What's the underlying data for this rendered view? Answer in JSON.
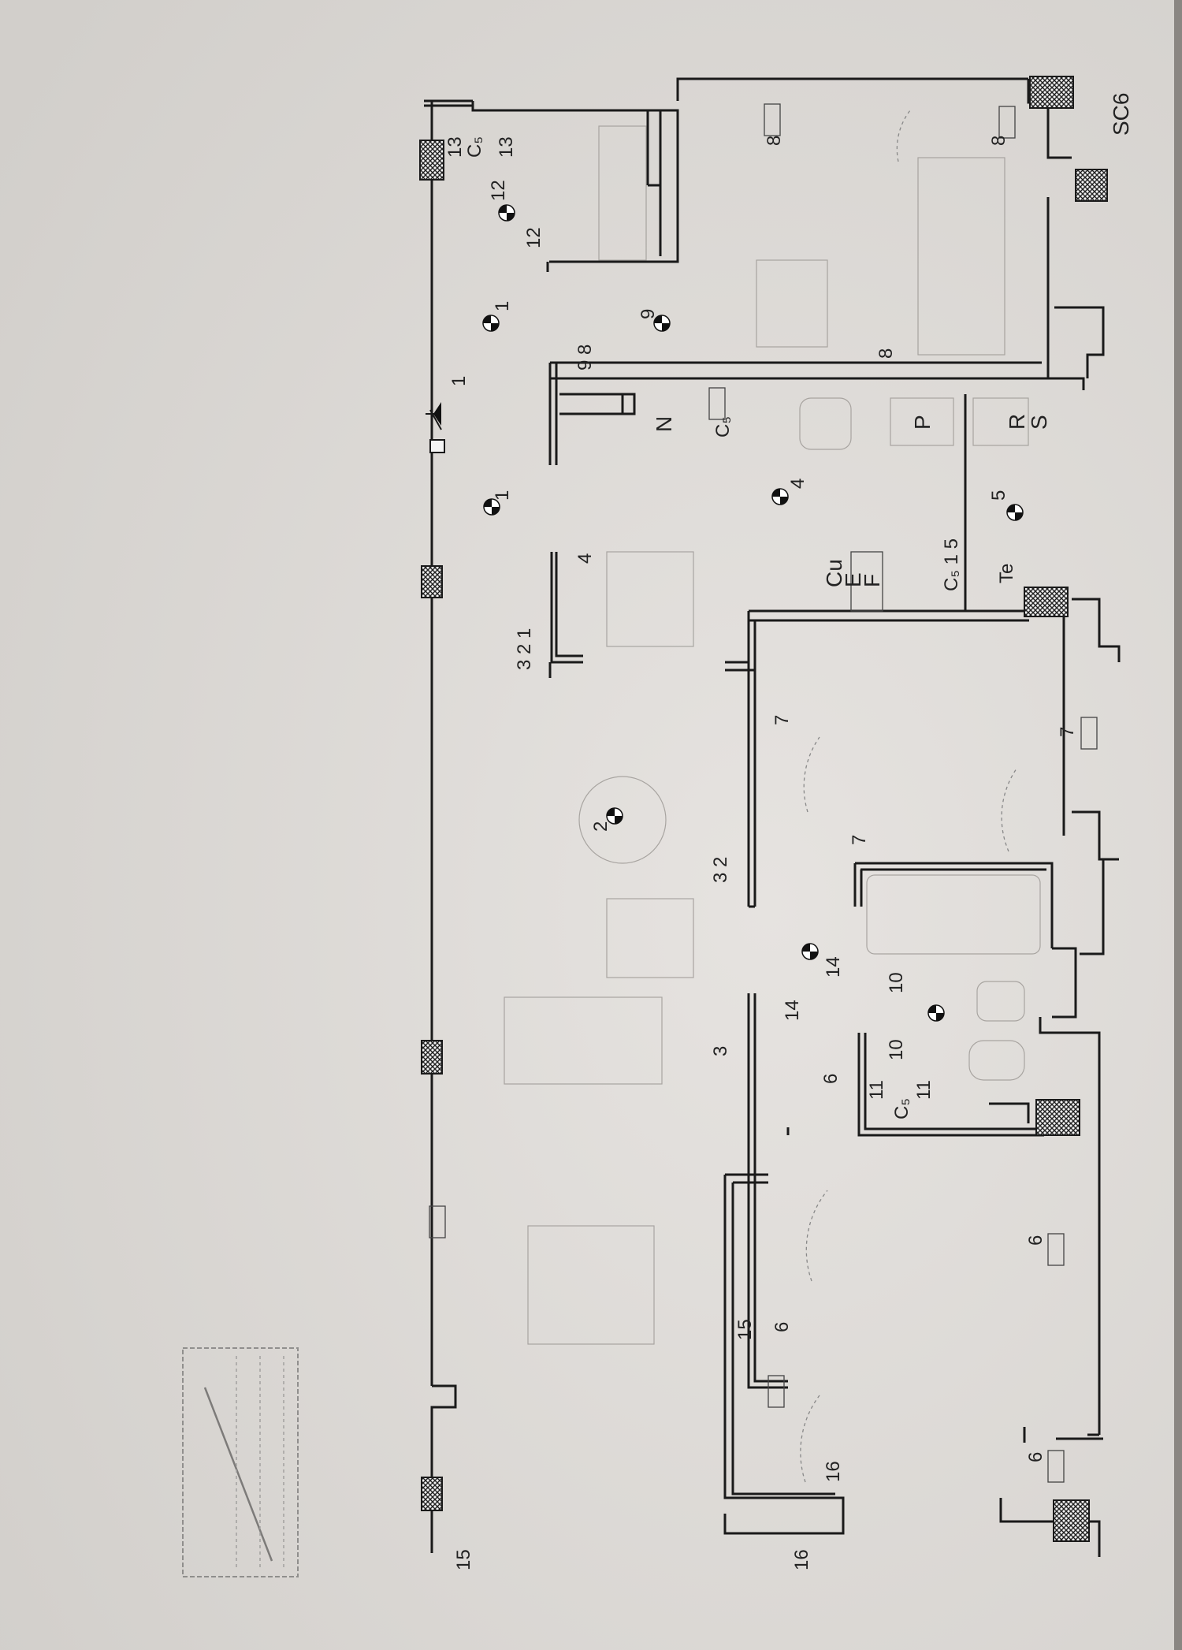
{
  "plan": {
    "corner_label": "SC6",
    "labels": {
      "l15_left": "15",
      "l16_left": "16",
      "l16_inner": "16",
      "l15_inner": "15",
      "l6_top": "6",
      "l6_right_a": "6",
      "l6_right_b": "6",
      "l6_mid": "6",
      "l3_mid": "3",
      "l14_a": "14",
      "l14_b": "14",
      "l10_a": "10",
      "l10_b": "10",
      "l11_a": "11",
      "l11_b": "11",
      "l_c5_bath": "C₅",
      "l32": "3 2",
      "l321": "3 2 1",
      "l4_a": "4",
      "l4_b": "4",
      "l2": "2",
      "l7_a": "7",
      "l7_b": "7",
      "l7_c": "7",
      "l_cu": "Cu",
      "l_e": "E",
      "l_f": "F",
      "l_c5_15": "C₅ 1 5",
      "l_te": "Te",
      "l5": "5",
      "l_r": "R",
      "l_s": "S",
      "l_p": "P",
      "l_n": "N",
      "l_c5_n": "C₅",
      "l1_a": "1",
      "l1_b": "1",
      "l1_c": "1",
      "l98": "9 8",
      "l9": "9",
      "l8_a": "8",
      "l8_b": "8",
      "l8_c": "8",
      "l12_a": "12",
      "l12_b": "12",
      "l13_a": "13",
      "l13_b": "13",
      "l_c5_top": "C₅"
    }
  }
}
